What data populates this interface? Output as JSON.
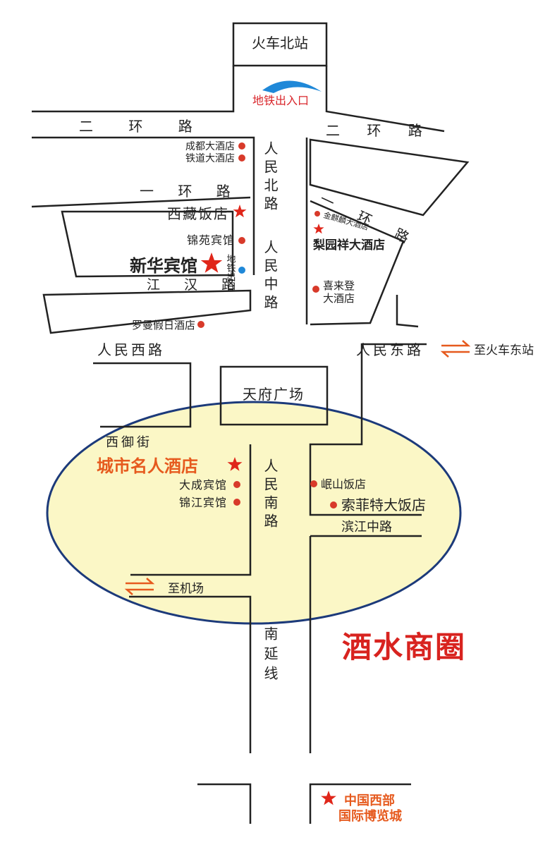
{
  "colors": {
    "road": "#222222",
    "label": "#222222",
    "hotel_dot": "#d83a2a",
    "star_red": "#e0261a",
    "orange_text": "#e65a1e",
    "metro_text": "#d9262b",
    "metro_dot": "#1f88d8",
    "zone_fill": "#fbf7c6",
    "zone_stroke": "#1c3a7a",
    "title_red": "#d8231f"
  },
  "landmarks": {
    "north_station": "火车北站",
    "metro_entrance": "地铁出入口",
    "tianfu_square": "天府广场"
  },
  "roads": {
    "second_ring_w": "二 环 路",
    "second_ring_e": "二 环 路",
    "first_ring_w": "一 环 路",
    "first_ring_e": "一 环 路",
    "renmin_north": "人民北路",
    "renmin_middle": "人民中路",
    "jianghan": "江 汉 路",
    "renmin_west": "人民西路",
    "renmin_east": "人民东路",
    "xiyu_street": "西御街",
    "renmin_south": "人民南路",
    "binjiang_middle": "滨江中路",
    "nanyan_line": "南延线"
  },
  "hotels": {
    "chengdu": "成都大酒店",
    "tiedao": "铁道大酒店",
    "xizang": "西藏饭店",
    "jinyuan": "锦苑宾馆",
    "xinhua": "新华宾馆",
    "metro_exit": "地铁出口",
    "luoman": "罗曼假日酒店",
    "jinqilin": "金麒麟大酒店",
    "liyuanxiang": "梨园祥大酒店",
    "xilaideng_1": "喜来登",
    "xilaideng_2": "大酒店",
    "chengshi_mingren": "城市名人酒店",
    "dacheng": "大成宾馆",
    "jinjiang": "锦江宾馆",
    "minshan": "岷山饭店",
    "suofeite": "索菲特大饭店",
    "west_expo_1": "中国西部",
    "west_expo_2": "国际博览城"
  },
  "directions": {
    "to_east_station": "至火车东站",
    "to_airport": "至机场"
  },
  "zone_title": "酒水商圈"
}
